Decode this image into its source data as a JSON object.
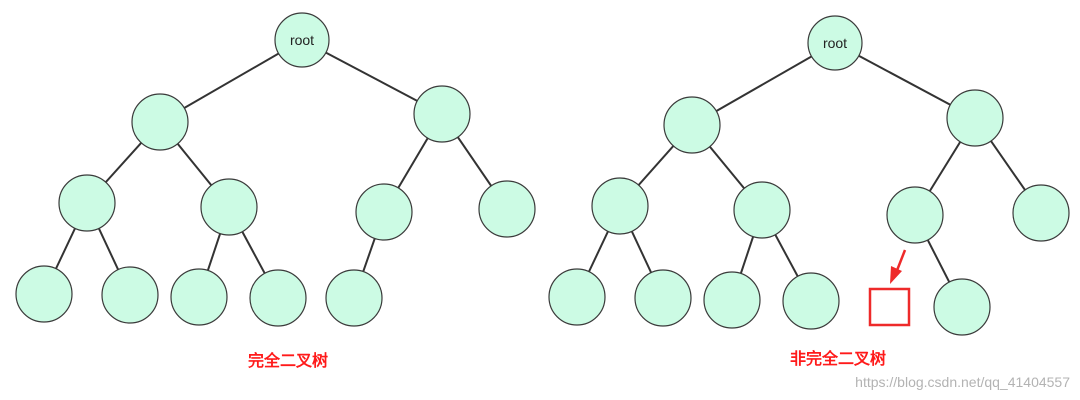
{
  "diagram": {
    "colors": {
      "node_fill": "#ccfbe4",
      "node_stroke": "#3a3a3a",
      "edge": "#333333",
      "caption": "#ff1a1a",
      "highlight": "#ee2a2a",
      "watermark": "#b3b3b3"
    },
    "left_tree": {
      "root_label": "root",
      "caption": "完全二叉树"
    },
    "right_tree": {
      "root_label": "root",
      "caption": "非完全二叉树"
    },
    "watermark": "https://blog.csdn.net/qq_41404557"
  }
}
